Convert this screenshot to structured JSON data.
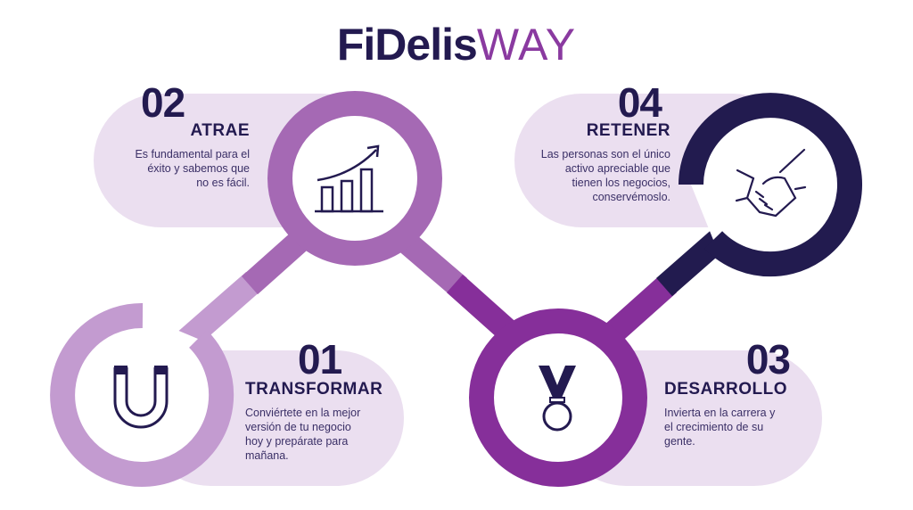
{
  "brand": {
    "title_bold": "FiDelis",
    "title_light": "WAY"
  },
  "steps": [
    {
      "number": "01",
      "title": "TRANSFORMAR",
      "lines": [
        "Conviértete en la mejor",
        "versión de tu negocio",
        "hoy y prepárate para",
        "mañana."
      ],
      "icon": "magnet-icon",
      "color": "#c39bd0"
    },
    {
      "number": "02",
      "title": "ATRAE",
      "lines": [
        "Es fundamental para el",
        "éxito y sabemos que",
        "no es fácil."
      ],
      "icon": "growth-chart-icon",
      "color": "#a569b4"
    },
    {
      "number": "03",
      "title": "DESARROLLO",
      "lines": [
        "Invierta en la carrera y",
        "el crecimiento de su",
        "gente."
      ],
      "icon": "medal-icon",
      "color": "#862f9a"
    },
    {
      "number": "04",
      "title": "RETENER",
      "lines": [
        "Las personas son el único",
        "activo apreciable que",
        "tienen los negocios,",
        "conservémoslo."
      ],
      "icon": "handshake-icon",
      "color": "#221b4f"
    }
  ],
  "colors": {
    "navy": "#231a50",
    "pill": "#ebdff0",
    "brand_purple": "#8a3aa0"
  }
}
